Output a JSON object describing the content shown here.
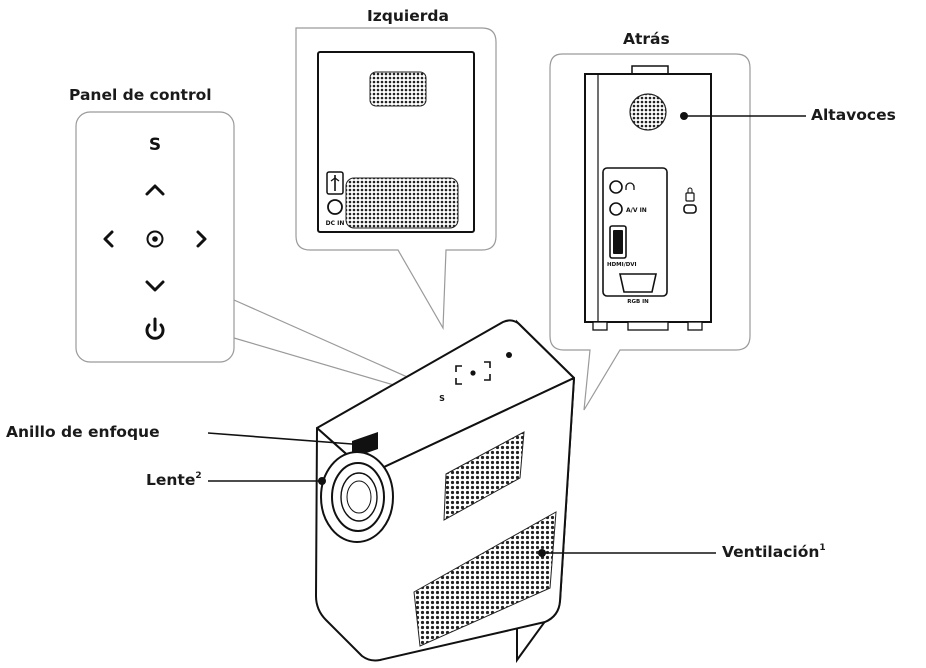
{
  "titles": {
    "control_panel": "Panel de control",
    "left_side": "Izquierda",
    "back_side": "Atrás"
  },
  "callouts": {
    "speakers": "Altavoces",
    "focus_ring": "Anillo de enfoque",
    "lens": "Lente",
    "lens_note": "2",
    "vent": "Ventilación",
    "vent_note": "1"
  },
  "control_panel": {
    "s_key": "S",
    "icons": [
      "up-arrow",
      "left-arrow",
      "ok-button",
      "right-arrow",
      "down-arrow",
      "power"
    ]
  },
  "left_panel_labels": {
    "dc_in": "DC IN"
  },
  "back_panel_labels": {
    "av_in": "A/V IN",
    "hdmi": "HDMI/DVI",
    "rgb_in": "RGB IN"
  },
  "projector_top": {
    "s_key": "S"
  },
  "colors": {
    "line": "#1a1a1a",
    "panel_stroke": "#9a9a9a",
    "grille": "#2a2a2a"
  }
}
